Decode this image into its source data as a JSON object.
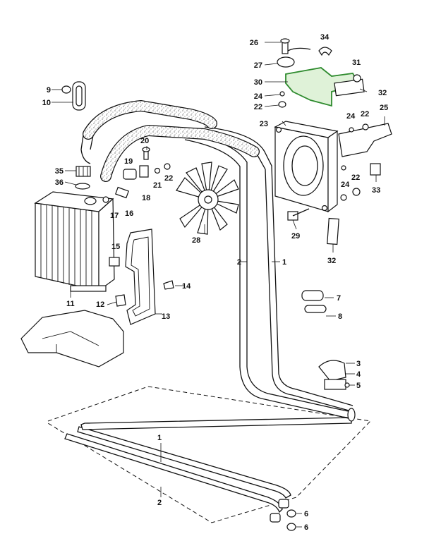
{
  "diagram": {
    "highlight_color": "#2e8b2e",
    "callouts": [
      {
        "id": "c26",
        "text": "26"
      },
      {
        "id": "c34",
        "text": "34"
      },
      {
        "id": "c27",
        "text": "27"
      },
      {
        "id": "c31",
        "text": "31"
      },
      {
        "id": "c30",
        "text": "30"
      },
      {
        "id": "c32a",
        "text": "32"
      },
      {
        "id": "c24a",
        "text": "24"
      },
      {
        "id": "c22a",
        "text": "22"
      },
      {
        "id": "c24b",
        "text": "24"
      },
      {
        "id": "c22b",
        "text": "22"
      },
      {
        "id": "c25",
        "text": "25"
      },
      {
        "id": "c23",
        "text": "23"
      },
      {
        "id": "c9",
        "text": "9"
      },
      {
        "id": "c10",
        "text": "10"
      },
      {
        "id": "c20",
        "text": "20"
      },
      {
        "id": "c19",
        "text": "19"
      },
      {
        "id": "c22c",
        "text": "22"
      },
      {
        "id": "c21",
        "text": "21"
      },
      {
        "id": "c18",
        "text": "18"
      },
      {
        "id": "c35",
        "text": "35"
      },
      {
        "id": "c36",
        "text": "36"
      },
      {
        "id": "c17",
        "text": "17"
      },
      {
        "id": "c16",
        "text": "16"
      },
      {
        "id": "c24c",
        "text": "24"
      },
      {
        "id": "c22d",
        "text": "22"
      },
      {
        "id": "c33",
        "text": "33"
      },
      {
        "id": "c29",
        "text": "29"
      },
      {
        "id": "c32b",
        "text": "32"
      },
      {
        "id": "c28",
        "text": "28"
      },
      {
        "id": "c15",
        "text": "15"
      },
      {
        "id": "c2a",
        "text": "2"
      },
      {
        "id": "c1a",
        "text": "1"
      },
      {
        "id": "c14",
        "text": "14"
      },
      {
        "id": "c7",
        "text": "7"
      },
      {
        "id": "c8",
        "text": "8"
      },
      {
        "id": "c11",
        "text": "11"
      },
      {
        "id": "c12",
        "text": "12"
      },
      {
        "id": "c13",
        "text": "13"
      },
      {
        "id": "c3",
        "text": "3"
      },
      {
        "id": "c4",
        "text": "4"
      },
      {
        "id": "c5",
        "text": "5"
      },
      {
        "id": "c1b",
        "text": "1"
      },
      {
        "id": "c2b",
        "text": "2"
      },
      {
        "id": "c6a",
        "text": "6"
      },
      {
        "id": "c6b",
        "text": "6"
      }
    ]
  }
}
